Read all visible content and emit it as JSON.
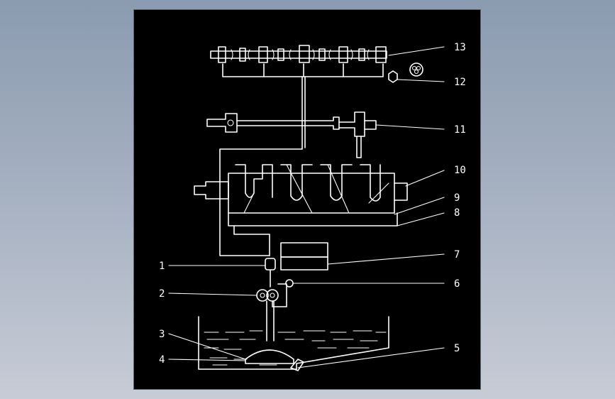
{
  "diagram": {
    "background_color": "#000000",
    "line_color": "#ffffff",
    "canvas_gradient": [
      "#8b9bb0",
      "#c7ccd6"
    ],
    "labels": [
      "1",
      "2",
      "3",
      "4",
      "5",
      "6",
      "7",
      "8",
      "9",
      "10",
      "11",
      "12",
      "13"
    ]
  }
}
